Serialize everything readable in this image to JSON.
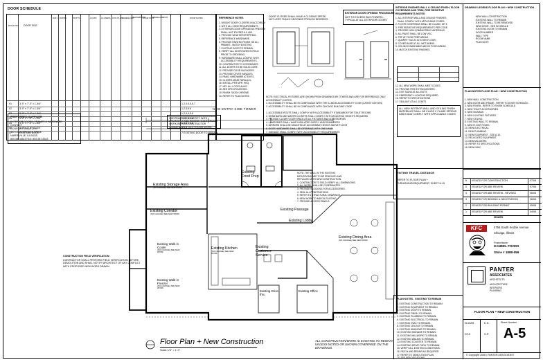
{
  "door_schedule": {
    "title": "DOOR SCHEDULE",
    "columns": [
      "DOOR NO.",
      "DOOR SIZE",
      "MATL",
      "RATING",
      "BUTTS",
      "LOCKS",
      "CLOSERS",
      "KICK PLATE",
      "THRESHOLD",
      "WEATHERSTRIP",
      "DOOR STOP",
      "MISCELLANEOUS",
      "DOOR NOTES"
    ],
    "rows": [
      {
        "no": "01",
        "size": "3'-0\" x 7'-0\" x 1-3/4\"",
        "notes": "1,2,3,4,5,6,7"
      },
      {
        "no": "02",
        "size": "3'-0\" x 7'-0\" x 1-3/4\"",
        "notes": "1,2,3,5,6"
      },
      {
        "no": "03",
        "size": "3'-0\" x 7'-0\" x 1-3/4\"",
        "notes": "1,2,3,4,5,6"
      },
      {
        "no": "04",
        "size": "3'-0\" x 7'-0\" x 1-3/4\"",
        "notes": "1,2,3,4,5,6"
      },
      {
        "no": "05",
        "size": "3'-0\" x 7'-0\" x 1-3/4\"",
        "notes": "1,2,3,4,5,6"
      },
      {
        "no": "06",
        "size": "3'-0\" x 7'-0\" x 1-3/4\"",
        "notes": "1,2,3"
      },
      {
        "no": "07",
        "size": "EXISTING DOOR",
        "notes": "7 EXISTING DOOR TO REMAIN"
      }
    ],
    "reference_notes_title": "REFERENCE NOTES",
    "preferred_supplier_title": "PREFERRED SUPPLIER",
    "preferred_supplier_lines": [
      "EXTERIOR DOORS, FRAMES & HARDWARE",
      "CONTACT",
      "DOOR DISTRIBUTORS",
      "100 COUNTRYSIDE DRIVE",
      "NAPERVILLE, ILLINOIS",
      "800-987-6543 FAX: 800-987-6543"
    ],
    "toilet_note": "CONTRACTOR TO VERIFY WITH ARCHITECT AND REVIEW TOILET ROOM WORK BEFORE CONTRACTOR COMMENCES TOILET ROOM WORK."
  },
  "opening_notes": {
    "exterior_title": "EXTERIOR DOOR OPENING PROCEDURE",
    "exterior_sub": "NOT TO EXCEED BUS POWERS - TYPICAL AT ALL EXTERIOR DOORS",
    "finish_title": "INTERIOR FINISHES WALL & CEILING FINISH, FLOOR COVERINGS AND TRIM; FIRE RESISTIVE REQUIREMENTS NOTES",
    "legend_title": "DRAWING LEGEND FLOOR PLAN + NEW CONSTRUCTION",
    "plan_notes_title": "PLAN NOTES FLOOR PLAN + NEW CONSTRUCTION",
    "travel_title": "EXITING TRAVEL DISTANCE",
    "travel_text": "REFER TO FLOOR PLAN + FURNISHINGS/EQUIPMENT, SHEET A-15",
    "fire_wall_note": "ALL NEW INTERIOR WALL AND CEILING FINISH MATERIALS SHALL BE CLASS C FLAME SPREAD INDEX AND COMPLY WITH APPLICABLE CODES",
    "plan_remain_title": "PLAN NOTES - EXISTING TO REMAIN",
    "field_title": "CONSTRUCTION FIELD VERIFICATION:",
    "field_text": "CONTRACTOR SHALL PERFORM FIELD VERIFICATION BEFORE DEMOLITION AND SHALL NOTIFY ARCHITECT OF ANY CONFLICT WITH PROPOSED NEW WORK DRAWN."
  },
  "floor_plan": {
    "tower_label": "NEW ENTRY SIDE TOWER",
    "rooms": {
      "storage": "Existing Storage Area",
      "corridor": "Existing Corridor",
      "prep": "Existing Food Prep",
      "passage": "Existing Passage",
      "lobby": "Existing Lobby",
      "dining": "Existing Dining Area",
      "kitchen": "Existing Kitchen",
      "service": "Existing Customer Service",
      "cooler": "Existing Walk-in Cooler",
      "freezer": "Existing Walk-in Freezer",
      "drive": "Existing Drive-thru",
      "office": "Existing Office"
    },
    "room_sub": "(NO CHANGE) SEE NEW WORK",
    "title": "Floor Plan + New Construction",
    "scale": "Scale 1/4\" = 1'-0\"",
    "footer_note": "ALL CONSTRUCTION/WORK IS EXISTING TO REMAIN UNLESS NOTED OR SHOWN OTHERWISE ON THE DRAWINGS."
  },
  "title_block": {
    "issues": [
      {
        "no": "6",
        "desc": "ISSUED FOR CONSTRUCTION",
        "date": "07/08"
      },
      {
        "no": "5",
        "desc": "ISSUED FOR ABE REVIEW",
        "date": "07/08"
      },
      {
        "no": "4",
        "desc": "ISSUED FOR ABE REVIEW - REVISED",
        "date": "06/08"
      },
      {
        "no": "3",
        "desc": "ISSUED FOR BIDDING & NEGOTIATION",
        "date": "06/08"
      },
      {
        "no": "2",
        "desc": "ISSUED FOR BUILDING PERMIT",
        "date": "05/08"
      },
      {
        "no": "1",
        "desc": "ISSUED FOR ABE REVIEW",
        "date": "04/08"
      }
    ],
    "issues_title": "ISSUES",
    "brand": "KFC",
    "store_address": "4756 South Kedzie Avenue",
    "store_city": "Chicago, Illinois",
    "franchisee_label": "Franchisee:",
    "franchisee": "KANEEL FOODS",
    "store_no": "Store # 1888-059",
    "firm_name": "PANTER",
    "firm_sub": "ASSOCIATES",
    "firm_tag": "ARCHITECTS",
    "sheet_title": "FLOOR PLAN + NEW CONSTRUCTION",
    "drawn": "K.K.",
    "checked": "S.P.",
    "date": "01/24/08",
    "job": "0718",
    "sheet_label": "Sheet Number",
    "sheet_number": "A-5",
    "copyright": "© Copyright 2008 • PANTER ASSOCIATES"
  }
}
